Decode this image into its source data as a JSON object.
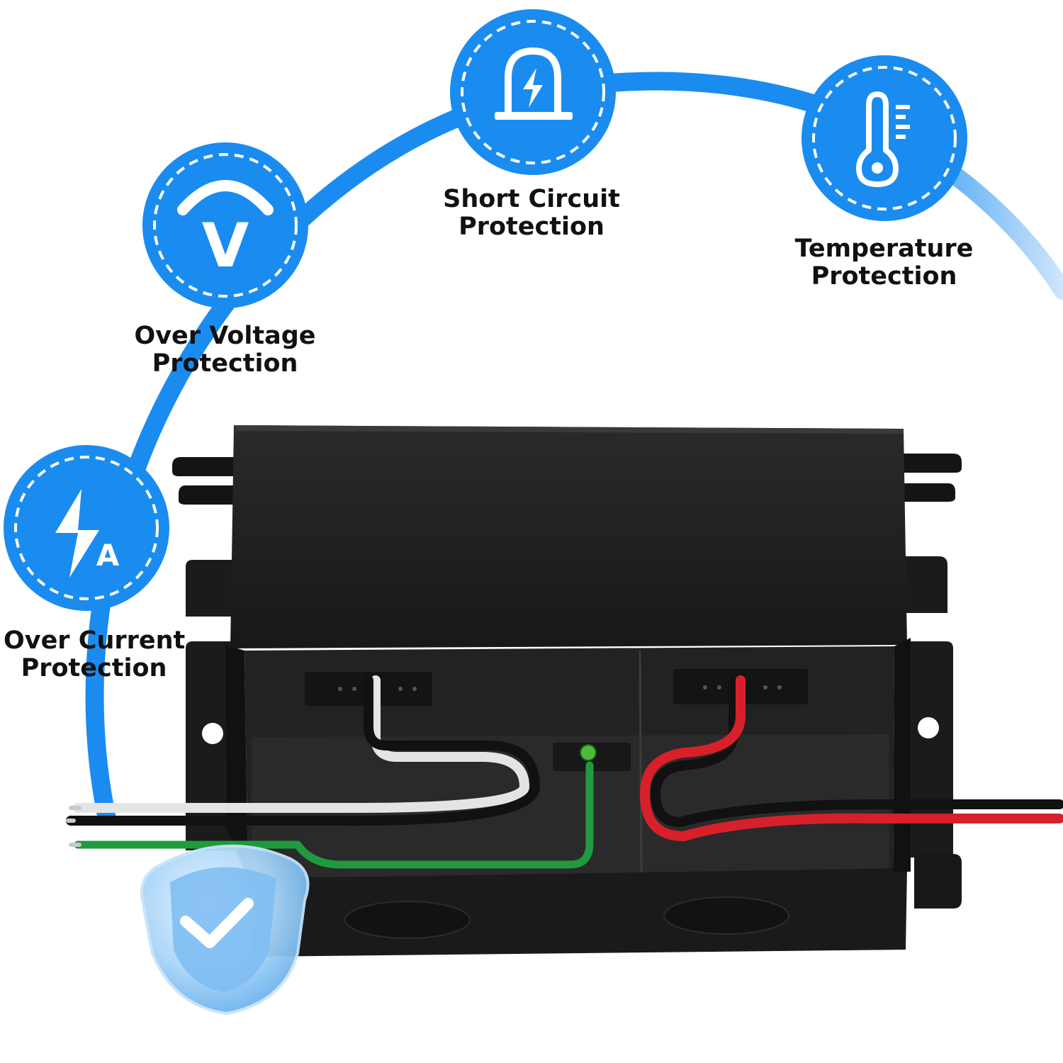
{
  "colors": {
    "accent_blue": "#1a8cf0",
    "arc_fade": "#cfe6fb",
    "box_body": "#1e1e1e",
    "wire_black": "#151515",
    "wire_white": "#e4e4e4",
    "wire_green": "#1f9a3e",
    "wire_red": "#d7202a",
    "shield_blue": "#8fc7f5"
  },
  "features": [
    {
      "icon": "over-current-icon",
      "title_line1": "Over Current",
      "title_line2": "Protection"
    },
    {
      "icon": "over-voltage-icon",
      "title_line1": "Over Voltage",
      "title_line2": "Protection"
    },
    {
      "icon": "short-circuit-icon",
      "title_line1": "Short Circuit",
      "title_line2": "Protection"
    },
    {
      "icon": "temperature-icon",
      "title_line1": "Temperature",
      "title_line2": "Protection"
    }
  ],
  "over_voltage_symbol": "V",
  "over_current_symbol": "A",
  "product": {
    "image": "black-junction-box-with-wires",
    "badge_icon": "shield-check-icon"
  }
}
